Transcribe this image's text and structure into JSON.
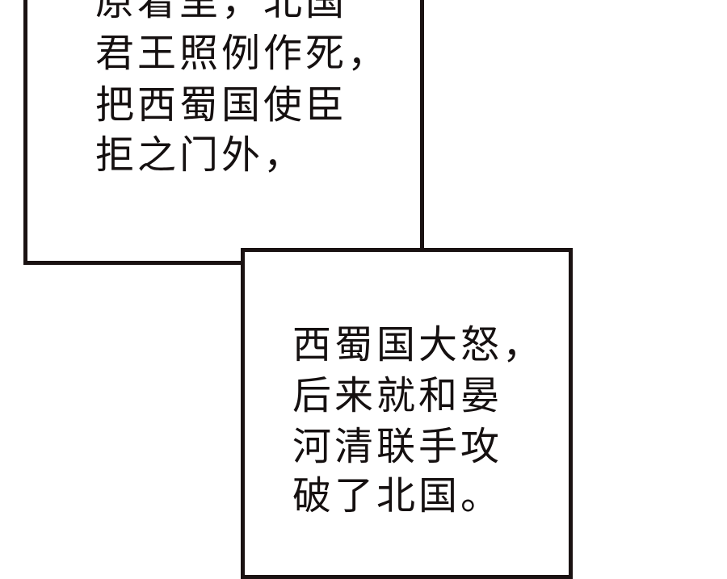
{
  "panels": [
    {
      "lines": [
        "原着里，北国",
        "君王照例作死，",
        "把西蜀国使臣",
        "拒之门外，"
      ]
    },
    {
      "lines": [
        "西蜀国大怒，",
        "后来就和晏",
        "河清联手攻",
        "破了北国。"
      ]
    }
  ],
  "colors": {
    "border": "#1a1212",
    "text": "#151010",
    "background": "#ffffff"
  }
}
